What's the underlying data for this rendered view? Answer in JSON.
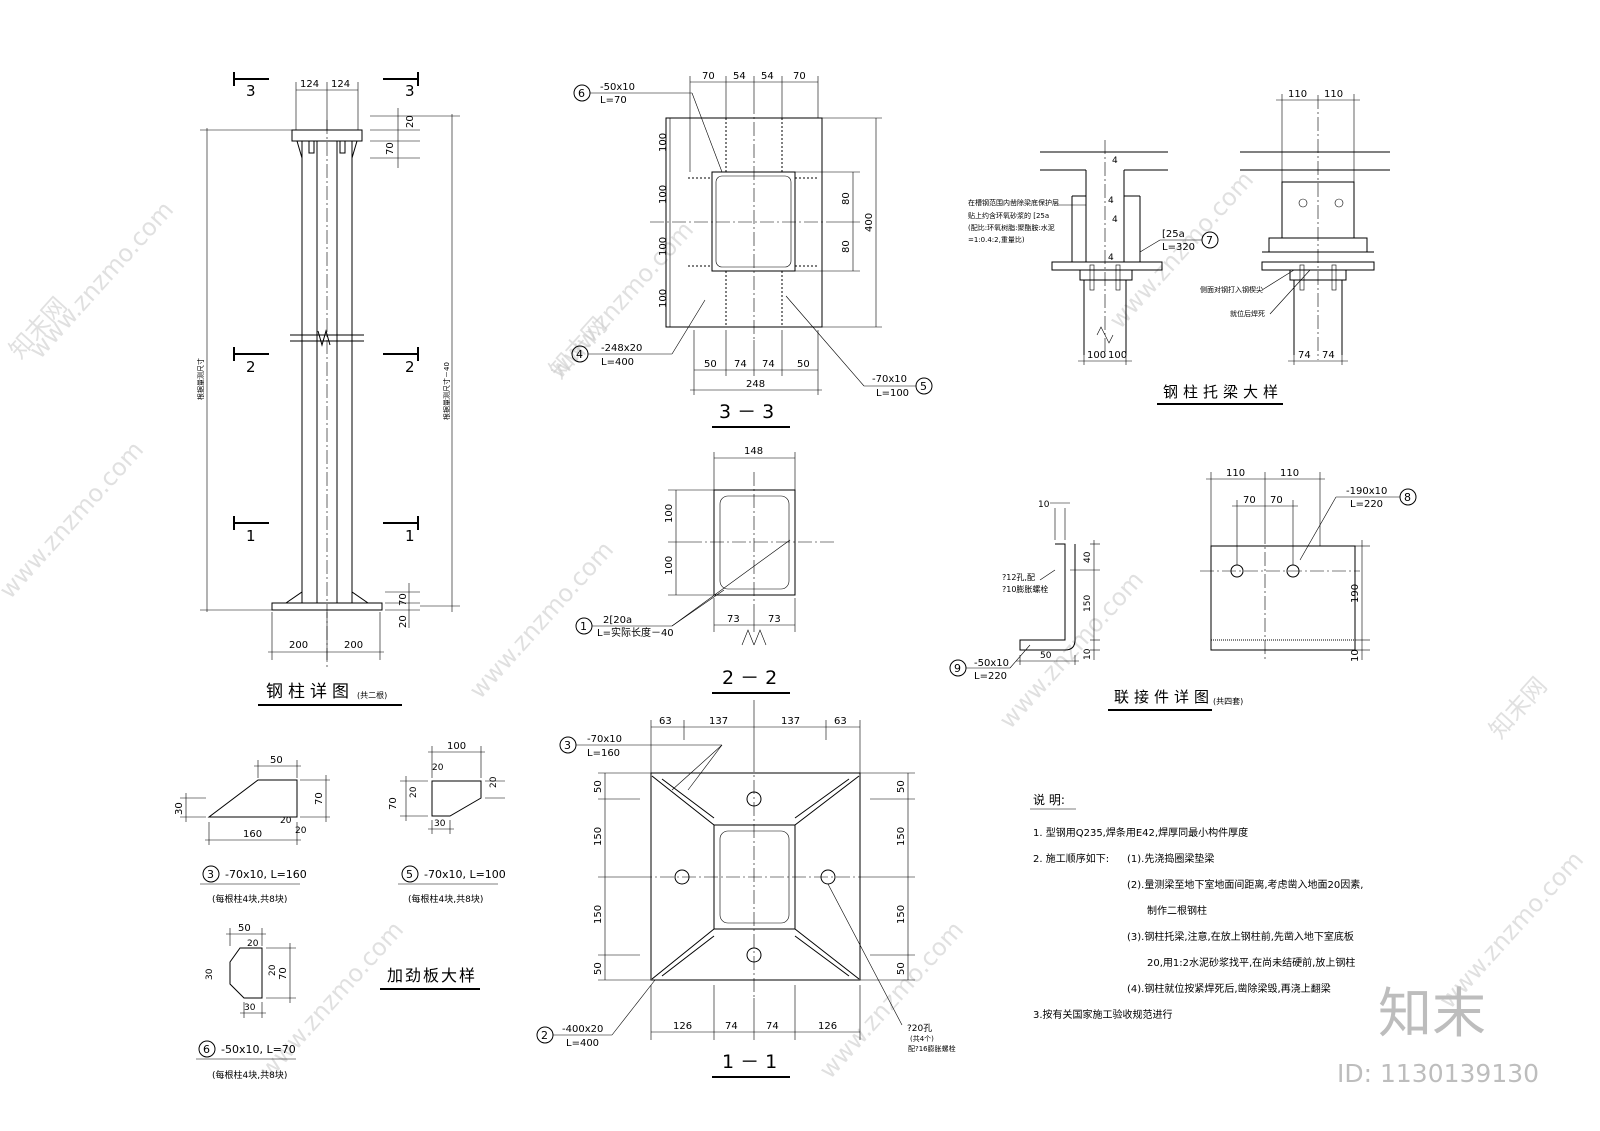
{
  "watermark": {
    "site": "www.znzmo.com",
    "brand": "知末网"
  },
  "brand_logo": "知末",
  "id_label": "ID: 1130139130",
  "section_marks": {
    "s3": "3",
    "s2": "2",
    "s1": "1"
  },
  "column_detail": {
    "title": "钢柱详图",
    "note": "(共二根)",
    "dims_top": [
      "124",
      "124"
    ],
    "dims_bottom": [
      "200",
      "200"
    ],
    "dim_20_top": "20",
    "dim_70_top": "70",
    "dim_70_bottom": "70",
    "dim_20_bottom": "20",
    "left_vertical": "根据量测尺寸",
    "right_vertical": "根据量测尺寸－40"
  },
  "section_3_3": {
    "title": "3 － 3",
    "dims_top": [
      "70",
      "54",
      "54",
      "70"
    ],
    "dims_left": [
      "100",
      "100",
      "100",
      "100"
    ],
    "dims_right": [
      "80",
      "80"
    ],
    "dim_total_right": "400",
    "dims_bottom": [
      "50",
      "74",
      "74",
      "50"
    ],
    "dim_total_bottom": "248",
    "callout6": {
      "num": "6",
      "l1": "-50x10",
      "l2": "L=70"
    },
    "callout4": {
      "num": "4",
      "l1": "-248x20",
      "l2": "L=400"
    },
    "callout5": {
      "num": "5",
      "l1": "-70x10",
      "l2": "L=100"
    }
  },
  "section_2_2": {
    "title": "2 － 2",
    "dim_top": "148",
    "dims_left": [
      "100",
      "100"
    ],
    "dims_bottom": [
      "73",
      "73"
    ],
    "callout1": {
      "num": "1",
      "l1": "2[20a",
      "l2": "L=实际长度－40"
    }
  },
  "section_1_1": {
    "title": "1 － 1",
    "dims_top": [
      "63",
      "137",
      "137",
      "63"
    ],
    "dims_left": [
      "50",
      "150",
      "150",
      "50"
    ],
    "dims_right": [
      "50",
      "150",
      "150",
      "50"
    ],
    "dims_bottom": [
      "126",
      "74",
      "74",
      "126"
    ],
    "callout3": {
      "num": "3",
      "l1": "-70x10",
      "l2": "L=160"
    },
    "callout2": {
      "num": "2",
      "l1": "-400x20",
      "l2": "L=400"
    },
    "hole_note": [
      "?20孔",
      "(共4个)",
      "配?16膨胀螺栓"
    ]
  },
  "beam_detail": {
    "title": "钢柱托梁大样",
    "dims_top": [
      "110",
      "110"
    ],
    "dims_bottom_left": [
      "100",
      "100"
    ],
    "dims_bottom_right": [
      "74",
      "74"
    ],
    "note_left": [
      "在槽钢范围内凿除梁底保护层",
      "贴上约含环氧砂浆的 [25a",
      "(配比:环氧树脂:聚酯胺:水泥",
      "=1:0.4:2,重量比)"
    ],
    "callout7": {
      "num": "7",
      "l1": "[25a",
      "l2": "L=320"
    },
    "note_right1": "侧面对钢打入钢楔尖",
    "note_right2": "就位后焊死",
    "weld_4": "4"
  },
  "connector_detail": {
    "title": "联接件详图",
    "note": "(共四套)",
    "dim_10_top": "10",
    "dim_40": "40",
    "dim_150": "150",
    "dim_10_bottom": "10",
    "dim_50": "50",
    "hole_l1": "?12孔,配",
    "hole_l2": "?10膨胀螺栓",
    "callout9": {
      "num": "9",
      "l1": "-50x10",
      "l2": "L=220"
    },
    "dims_top_outer": [
      "110",
      "110"
    ],
    "dims_top_inner": [
      "70",
      "70"
    ],
    "dim_190": "190",
    "dim_10_right": "10",
    "callout8": {
      "num": "8",
      "l1": "-190x10",
      "l2": "L=220"
    }
  },
  "stiffener": {
    "title": "加劲板大样",
    "p3": {
      "num": "3",
      "label": "-70x10, L=160",
      "note": "(每根柱4块,共8块)",
      "d50": "50",
      "d70": "70",
      "d30": "30",
      "d20a": "20",
      "d20b": "20",
      "d160": "160"
    },
    "p5": {
      "num": "5",
      "label": "-70x10, L=100",
      "note": "(每根柱4块,共8块)",
      "d100": "100",
      "d20a": "20",
      "d20b": "20",
      "d70": "70",
      "d30": "30",
      "d20c": "20"
    },
    "p6": {
      "num": "6",
      "label": "-50x10, L=70",
      "note": "(每根柱4块,共8块)",
      "d50": "50",
      "d20a": "20",
      "d30a": "30",
      "d20b": "20",
      "d70": "70",
      "d30b": "30"
    }
  },
  "notes": {
    "heading": "说 明:",
    "items": [
      "1. 型钢用Q235,焊条用E42,焊厚同最小构件厚度",
      "2. 施工顺序如下:",
      "(1).先浇捣圈梁垫梁",
      "(2).量测梁至地下室地面间距离,考虑凿入地面20因素,",
      "制作二根钢柱",
      "(3).钢柱托梁,注意,在放上钢柱前,先凿入地下室底板",
      "20,用1:2水泥砂浆找平,在尚未结硬前,放上钢柱",
      "(4).钢柱就位按紧焊死后,凿除梁毁,再浇上翻梁",
      "3.按有关国家施工验收规范进行"
    ]
  }
}
